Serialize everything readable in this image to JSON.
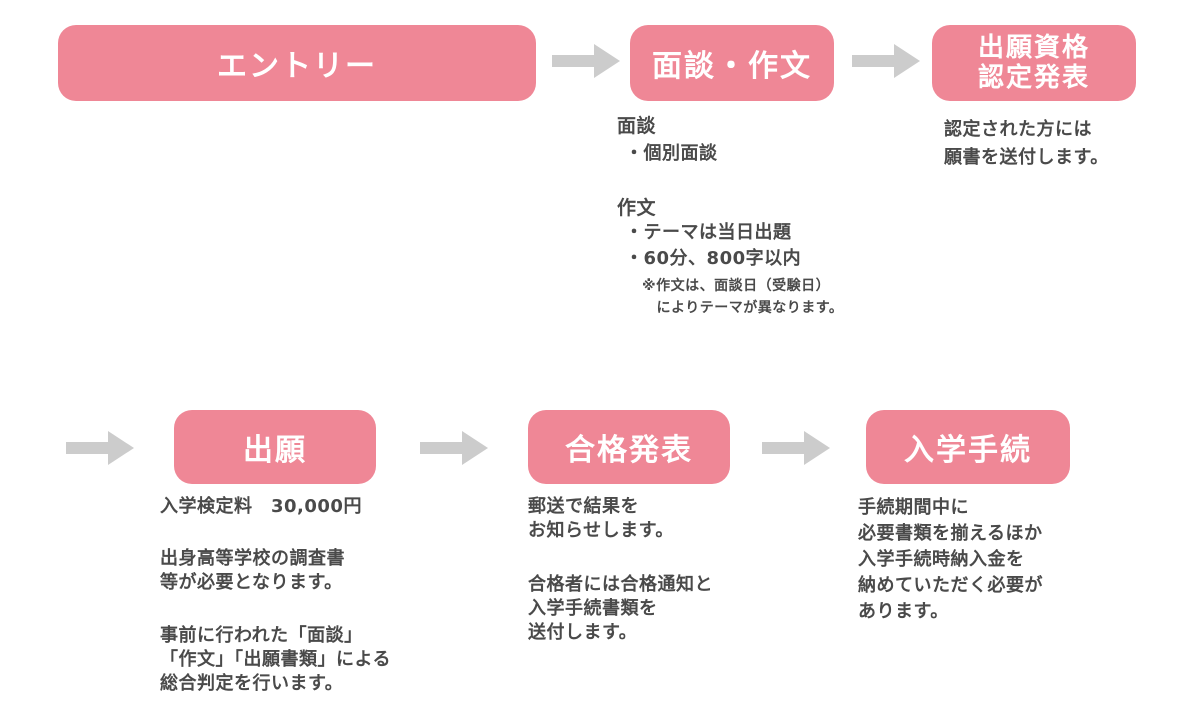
{
  "steps": {
    "entry": "エントリー",
    "interview": "面談・作文",
    "qualification": "出願資格\n認定発表",
    "application": "出願",
    "result": "合格発表",
    "enrollment": "入学手続"
  },
  "notes": {
    "interview_heading": "面談",
    "interview_item": "・個別面談",
    "essay_heading": "作文",
    "essay_item1": "・テーマは当日出題",
    "essay_item2": "・60分、800字以内",
    "essay_note": "※作文は、面談日（受験日）\n　によりテーマが異なります。",
    "qualification_text": "認定された方には\n願書を送付します。",
    "application_fee": "入学検定料　30,000円",
    "application_docs": "出身高等学校の調査書\n等が必要となります。",
    "application_judge": "事前に行われた「面談」\n「作文」「出願書類」による\n総合判定を行います。",
    "result_text1": "郵送で結果を\nお知らせします。",
    "result_text2": "合格者には合格通知と\n入学手続書類を\n送付します。",
    "enrollment_text": "手続期間中に\n必要書類を揃えるほか\n入学手続時納入金を\n納めていただく必要が\nあります。"
  },
  "colors": {
    "box": "#ef8796",
    "arrow": "#cccccc",
    "text": "#4a4a4a"
  },
  "icons": {
    "arrow": "right-arrow-icon"
  }
}
